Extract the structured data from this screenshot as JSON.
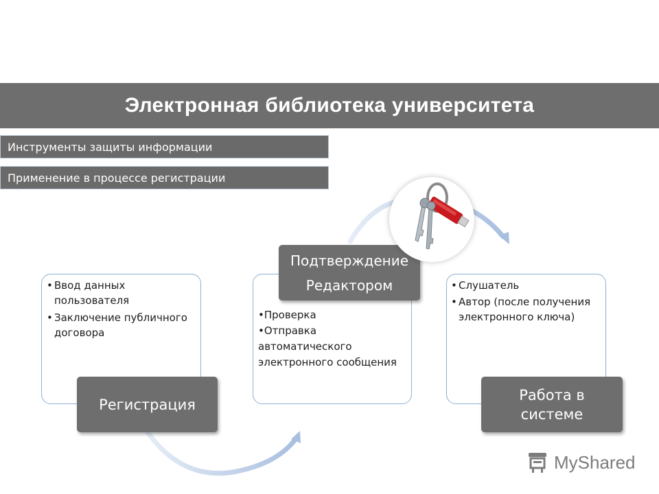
{
  "title": "Электронная библиотека университета",
  "tags": {
    "tools": "Инструменты защиты информации",
    "usage": "Применение  в процессе  регистрации"
  },
  "stages": {
    "registration": {
      "label": "Регистрация",
      "items": [
        "Ввод данных пользователя",
        "Заключение публичного договора"
      ]
    },
    "confirmation": {
      "label_line1": "Подтверждение",
      "label_line2": "Редактором",
      "items": [
        "•Проверка",
        "•Отправка",
        "автоматического",
        "электронного сообщения"
      ]
    },
    "work": {
      "label_line1": "Работа в",
      "label_line2": "системе",
      "items": [
        "Слушатель",
        "Автор (после получения электронного ключа)"
      ]
    }
  },
  "watermark": {
    "text": "MyShared"
  },
  "colors": {
    "banner": "#6e6e6e",
    "card_border": "#8fb0d2",
    "arrow": "#b8c9e4"
  }
}
